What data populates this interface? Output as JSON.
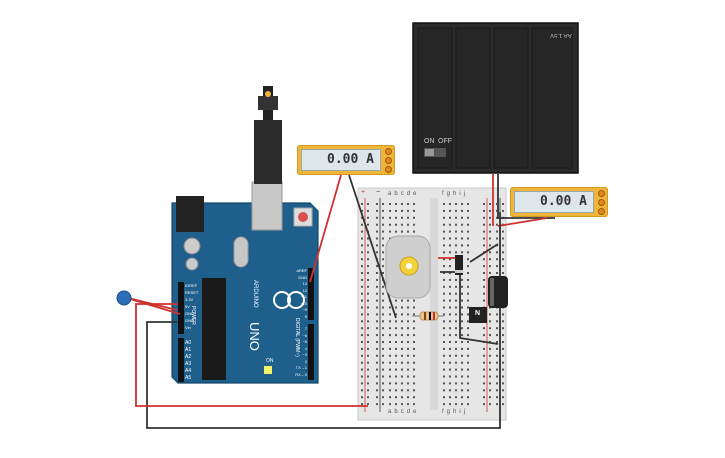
{
  "ammeter_left": {
    "reading": "0.00 A"
  },
  "ammeter_right": {
    "reading": "0.00 A"
  },
  "battery_pack": {
    "switch_on": "ON",
    "switch_off": "OFF",
    "cell_label": "AA 1.5V"
  },
  "arduino": {
    "model": "UNO",
    "brand": "ARDUINO",
    "digital_label": "DIGITAL (PWM~)",
    "power_label": "POWER",
    "analog_label": "ANALOG IN",
    "on_label": "ON",
    "tx_label": "TX",
    "rx_label": "RX",
    "power_pins": [
      "IOREF",
      "RESET",
      "3.3V",
      "5V",
      "GND",
      "GND",
      "Vin"
    ],
    "analog_pins": [
      "A0",
      "A1",
      "A2",
      "A3",
      "A4",
      "A5"
    ],
    "digital_pins_top": [
      "AREF",
      "GND",
      "13",
      "12",
      "~11",
      "~10",
      "~9",
      "8"
    ],
    "digital_pins_bottom": [
      "7",
      "~6",
      "~5",
      "4",
      "~3",
      "2",
      "TX→1",
      "RX←0"
    ]
  },
  "breadboard": {
    "columns_left": [
      "a",
      "b",
      "c",
      "d",
      "e"
    ],
    "columns_right": [
      "f",
      "g",
      "h",
      "i",
      "j"
    ],
    "rail_plus": "+",
    "rail_minus": "−"
  },
  "transistor": {
    "label": "N"
  },
  "colors": {
    "red_wire": "#d0312d",
    "black_wire": "#333333",
    "arduino_blue": "#1e5f8c",
    "ammeter_body": "#f0b43a",
    "battery_body": "#2b2b2b"
  }
}
